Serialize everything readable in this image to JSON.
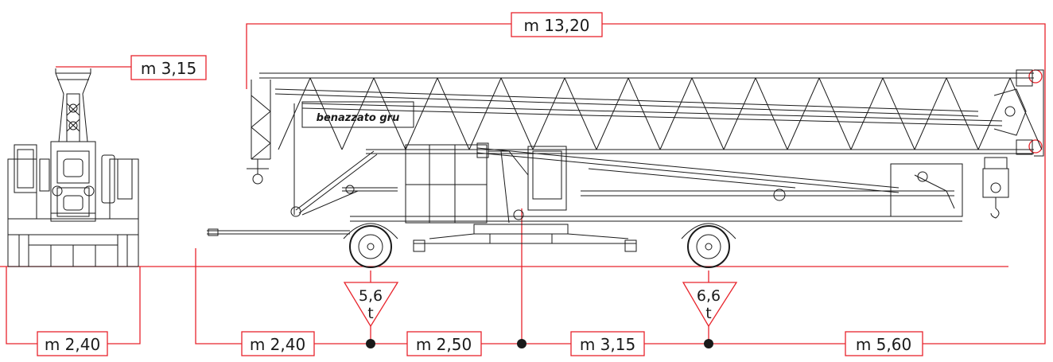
{
  "colors": {
    "dimension": "#e8242c",
    "drawing": "#1a1a1a",
    "background": "#ffffff"
  },
  "brand": {
    "logo_text": "benazzato gru"
  },
  "dimensions": {
    "total_length": "m 13,20",
    "front_height": "m 3,15",
    "front_width": "m 2,40",
    "tow_bar_to_axle": "m 2,40",
    "axle_to_slew": "m 2,50",
    "slew_to_rear_axle": "m 3,15",
    "rear_axle_to_end": "m 5,60"
  },
  "axle_loads": {
    "front": {
      "value": "5,6",
      "unit": "t"
    },
    "rear": {
      "value": "6,6",
      "unit": "t"
    }
  }
}
